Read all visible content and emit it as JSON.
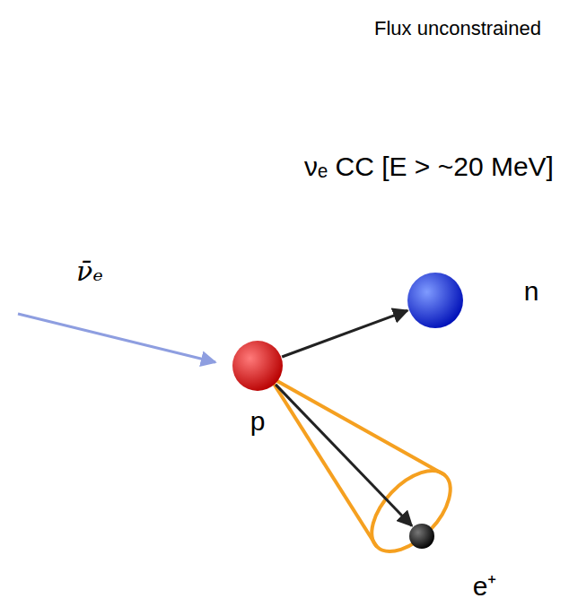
{
  "diagram": {
    "title": "νₑ CC [E > ~20 MeV]",
    "nodes": [
      {
        "text": [
          "p"
        ]
      },
      {
        "text": [
          "n"
        ]
      },
      {
        "text": [
          "e⁺"
        ]
      }
    ],
    "edges": [
      {
        "from": 0,
        "to": 1,
        "arrow": "to"
      },
      {
        "from": 0,
        "to": 2,
        "arrow": "to"
      }
    ],
    "labels": [
      "Flux unconstrained",
      "ν̄ₑ"
    ]
  }
}
